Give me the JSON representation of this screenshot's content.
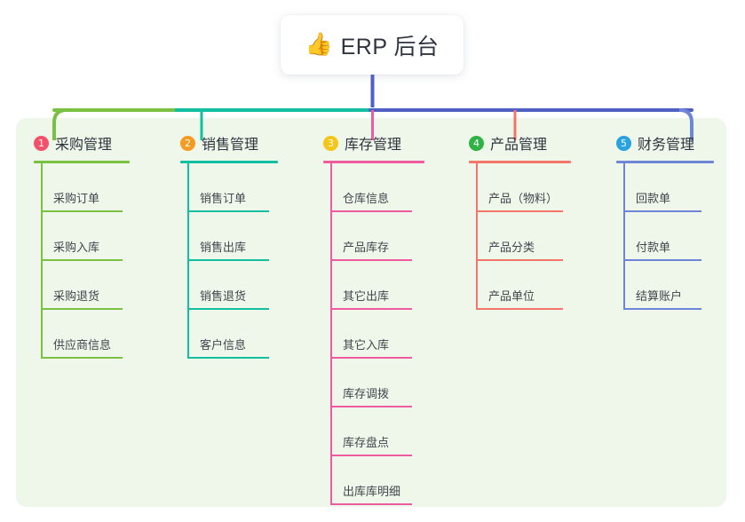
{
  "root": {
    "icon": "thumbs-up-icon",
    "icon_glyph": "👍",
    "label": "ERP 后台"
  },
  "panel": {
    "background_color": "#eef7e9"
  },
  "trunk": {
    "color": "#4f5fc4",
    "bar_segments": [
      {
        "name": "green-segment",
        "color": "#7ac143"
      },
      {
        "name": "teal-segment",
        "color": "#12bfa0"
      },
      {
        "name": "indigo-segment",
        "color": "#4f5fc4"
      }
    ]
  },
  "columns": [
    {
      "index": "1",
      "title": "采购管理",
      "badge_color": "#f4506a",
      "line_color": "#7ac143",
      "drop_color": "#7ac143",
      "items": [
        "采购订单",
        "采购入库",
        "采购退货",
        "供应商信息"
      ]
    },
    {
      "index": "2",
      "title": "销售管理",
      "badge_color": "#f59a23",
      "line_color": "#12bfa0",
      "drop_color": "#12bfa0",
      "items": [
        "销售订单",
        "销售出库",
        "销售退货",
        "客户信息"
      ]
    },
    {
      "index": "3",
      "title": "库存管理",
      "badge_color": "#f5c518",
      "line_color": "#ee5b9e",
      "drop_color": "#ee5b9e",
      "items": [
        "仓库信息",
        "产品库存",
        "其它出库",
        "其它入库",
        "库存调拨",
        "库存盘点",
        "出库库明细"
      ]
    },
    {
      "index": "4",
      "title": "产品管理",
      "badge_color": "#2fb344",
      "line_color": "#f4766b",
      "drop_color": "#f4766b",
      "items": [
        "产品（物料）",
        "产品分类",
        "产品单位"
      ]
    },
    {
      "index": "5",
      "title": "财务管理",
      "badge_color": "#29a3e0",
      "line_color": "#6f86d6",
      "drop_color": "#6f86d6",
      "items": [
        "回款单",
        "付款单",
        "结算账户"
      ]
    }
  ]
}
